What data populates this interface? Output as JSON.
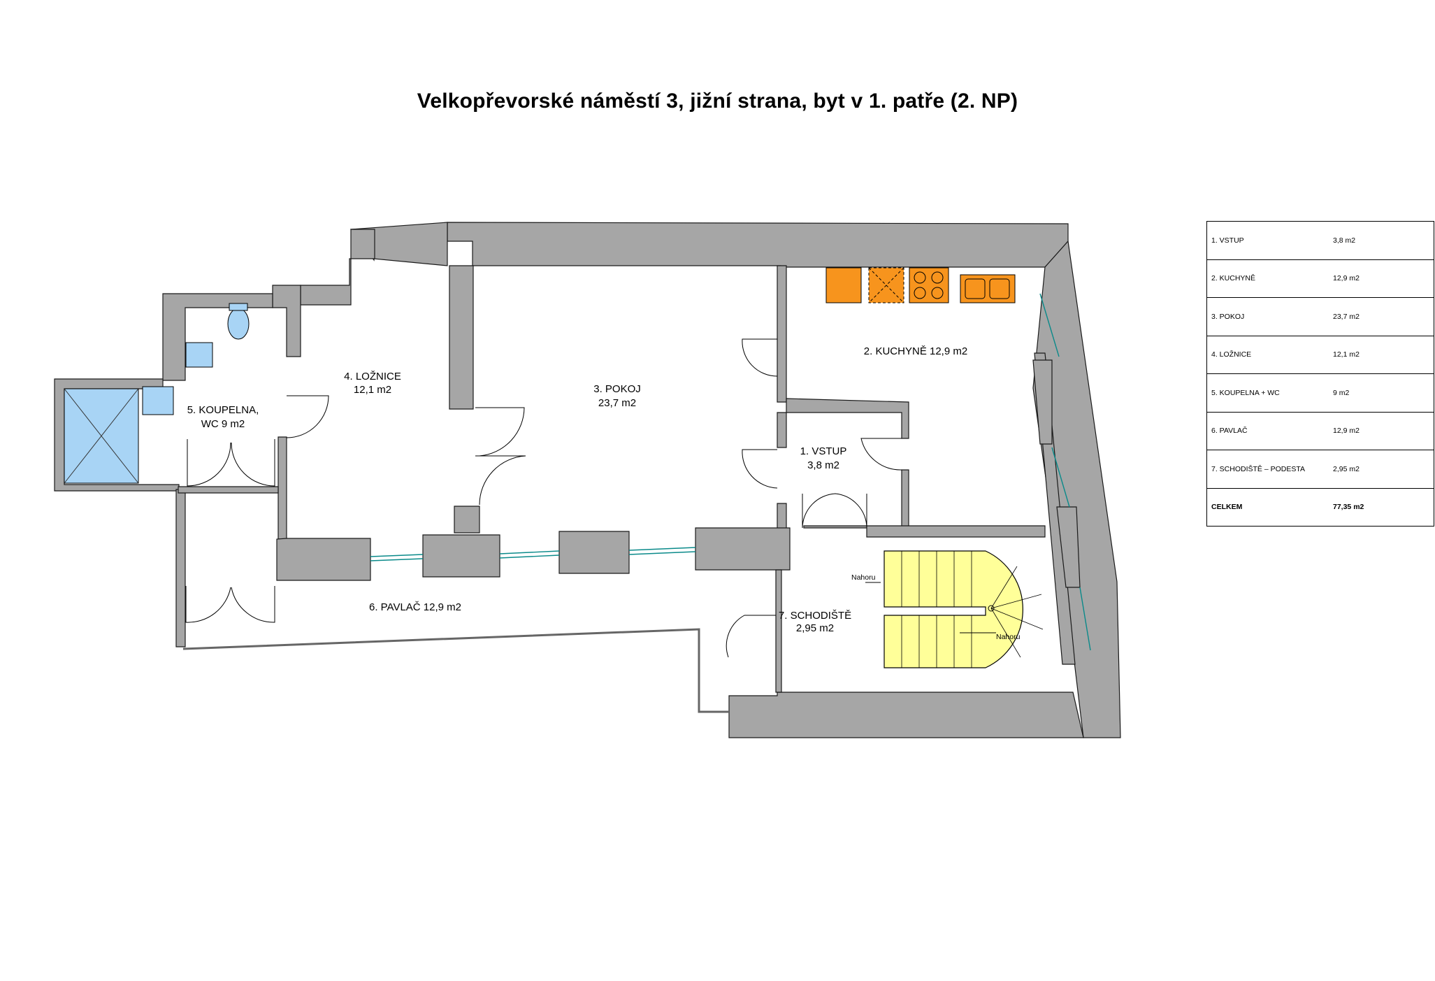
{
  "title": "Velkopřevorské náměstí 3, jižní strana, byt v 1. patře (2. NP)",
  "rooms": {
    "vstup": {
      "name": "1. VSTUP",
      "area": "3,8 m2"
    },
    "kuchyne": {
      "name": "2. KUCHYNĚ 12,9 m2"
    },
    "pokoj": {
      "name": "3. POKOJ",
      "area": "23,7 m2"
    },
    "loznice": {
      "name": "4. LOŽNICE",
      "area": "12,1 m2"
    },
    "koupelna": {
      "name": "5. KOUPELNA,",
      "area": "WC 9 m2"
    },
    "pavlac": {
      "name": "6. PAVLAČ 12,9 m2"
    },
    "schodiste": {
      "name": "7. SCHODIŠTĚ",
      "area": "2,95 m2"
    }
  },
  "stairs": {
    "up_label_1": "Nahoru",
    "up_label_2": "Nahoru"
  },
  "area_table": {
    "rows": [
      {
        "name": "1. VSTUP",
        "value": "3,8 m2"
      },
      {
        "name": "2. KUCHYNĚ",
        "value": "12,9 m2"
      },
      {
        "name": "3. POKOJ",
        "value": "23,7 m2"
      },
      {
        "name": "4. LOŽNICE",
        "value": "12,1 m2"
      },
      {
        "name": "5. KOUPELNA + WC",
        "value": "9 m2"
      },
      {
        "name": "6. PAVLAČ",
        "value": "12,9 m2"
      },
      {
        "name": "7. SCHODIŠTĚ – PODESTA",
        "value": "2,95 m2"
      }
    ],
    "total": {
      "name": "CELKEM",
      "value": "77,35 m2"
    }
  },
  "colors": {
    "wall": "#a6a6a6",
    "kitchen": "#f7941d",
    "fixture": "#a8d4f5",
    "stairs": "#ffff99"
  }
}
